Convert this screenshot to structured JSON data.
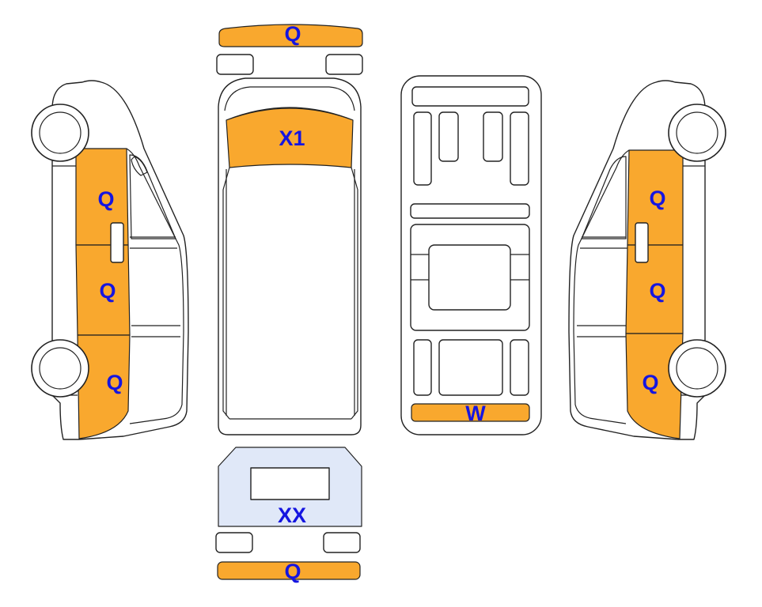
{
  "colors": {
    "damage": "#F9A82E",
    "damage_alt": "#E0E8F8",
    "label": "#1515E0",
    "outline": "#222222"
  },
  "labels": {
    "front_bumper": "Q",
    "hood": "X1",
    "left_front_door": "Q",
    "left_middle": "Q",
    "left_rear": "Q",
    "underside_rear": "W",
    "right_front_door": "Q",
    "right_middle": "Q",
    "right_rear": "Q",
    "rear_door": "XX",
    "rear_bumper": "Q"
  }
}
